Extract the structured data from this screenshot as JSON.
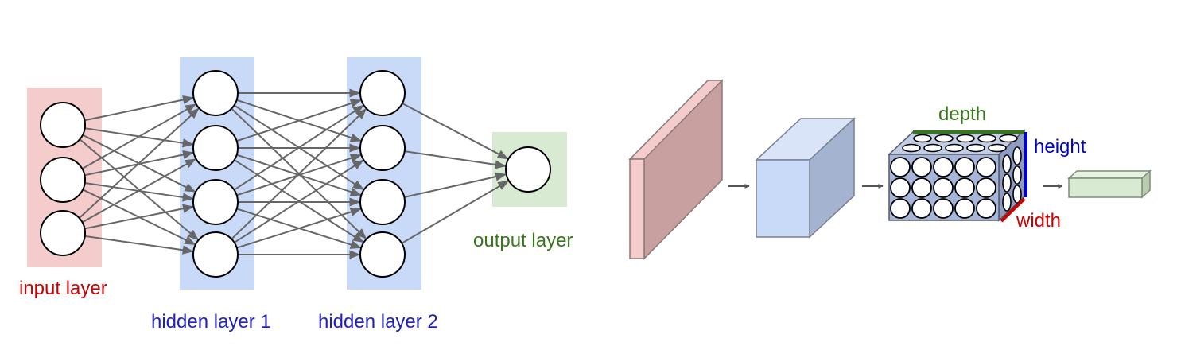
{
  "labels": {
    "input_layer": "input layer",
    "hidden_layer_1": "hidden layer 1",
    "hidden_layer_2": "hidden layer 2",
    "output_layer": "output layer",
    "depth": "depth",
    "height": "height",
    "width": "width"
  },
  "network": {
    "layers": [
      {
        "key": "input",
        "neurons": 3
      },
      {
        "key": "hidden1",
        "neurons": 4
      },
      {
        "key": "hidden2",
        "neurons": 4
      },
      {
        "key": "output",
        "neurons": 1
      }
    ]
  },
  "conv_volume": {
    "rows": 3,
    "cols": 5,
    "side_cols": 2
  },
  "colors": {
    "input": "#cc0000",
    "hidden": "#1f1fbf",
    "output": "#38761d",
    "input_band": "#f4cccc",
    "hidden_band": "#c9daf8",
    "output_band": "#d9ead3",
    "edge": "#666666",
    "depth": "#38761d",
    "height": "#0000cc",
    "width": "#cc0000",
    "slab_front": "#c9a0a0",
    "slab_light": "#f4cccc",
    "cube_front": "#c9daf8",
    "cube_side": "#a4b3cf",
    "cube_top": "#dae4f8",
    "vol_front": "#a6b6d9",
    "vol_side": "#8f9cc4",
    "vol_top": "#c2cde6",
    "out_front": "#d9ead3",
    "out_side": "#b7cfaf",
    "out_top": "#e6f1e1"
  }
}
